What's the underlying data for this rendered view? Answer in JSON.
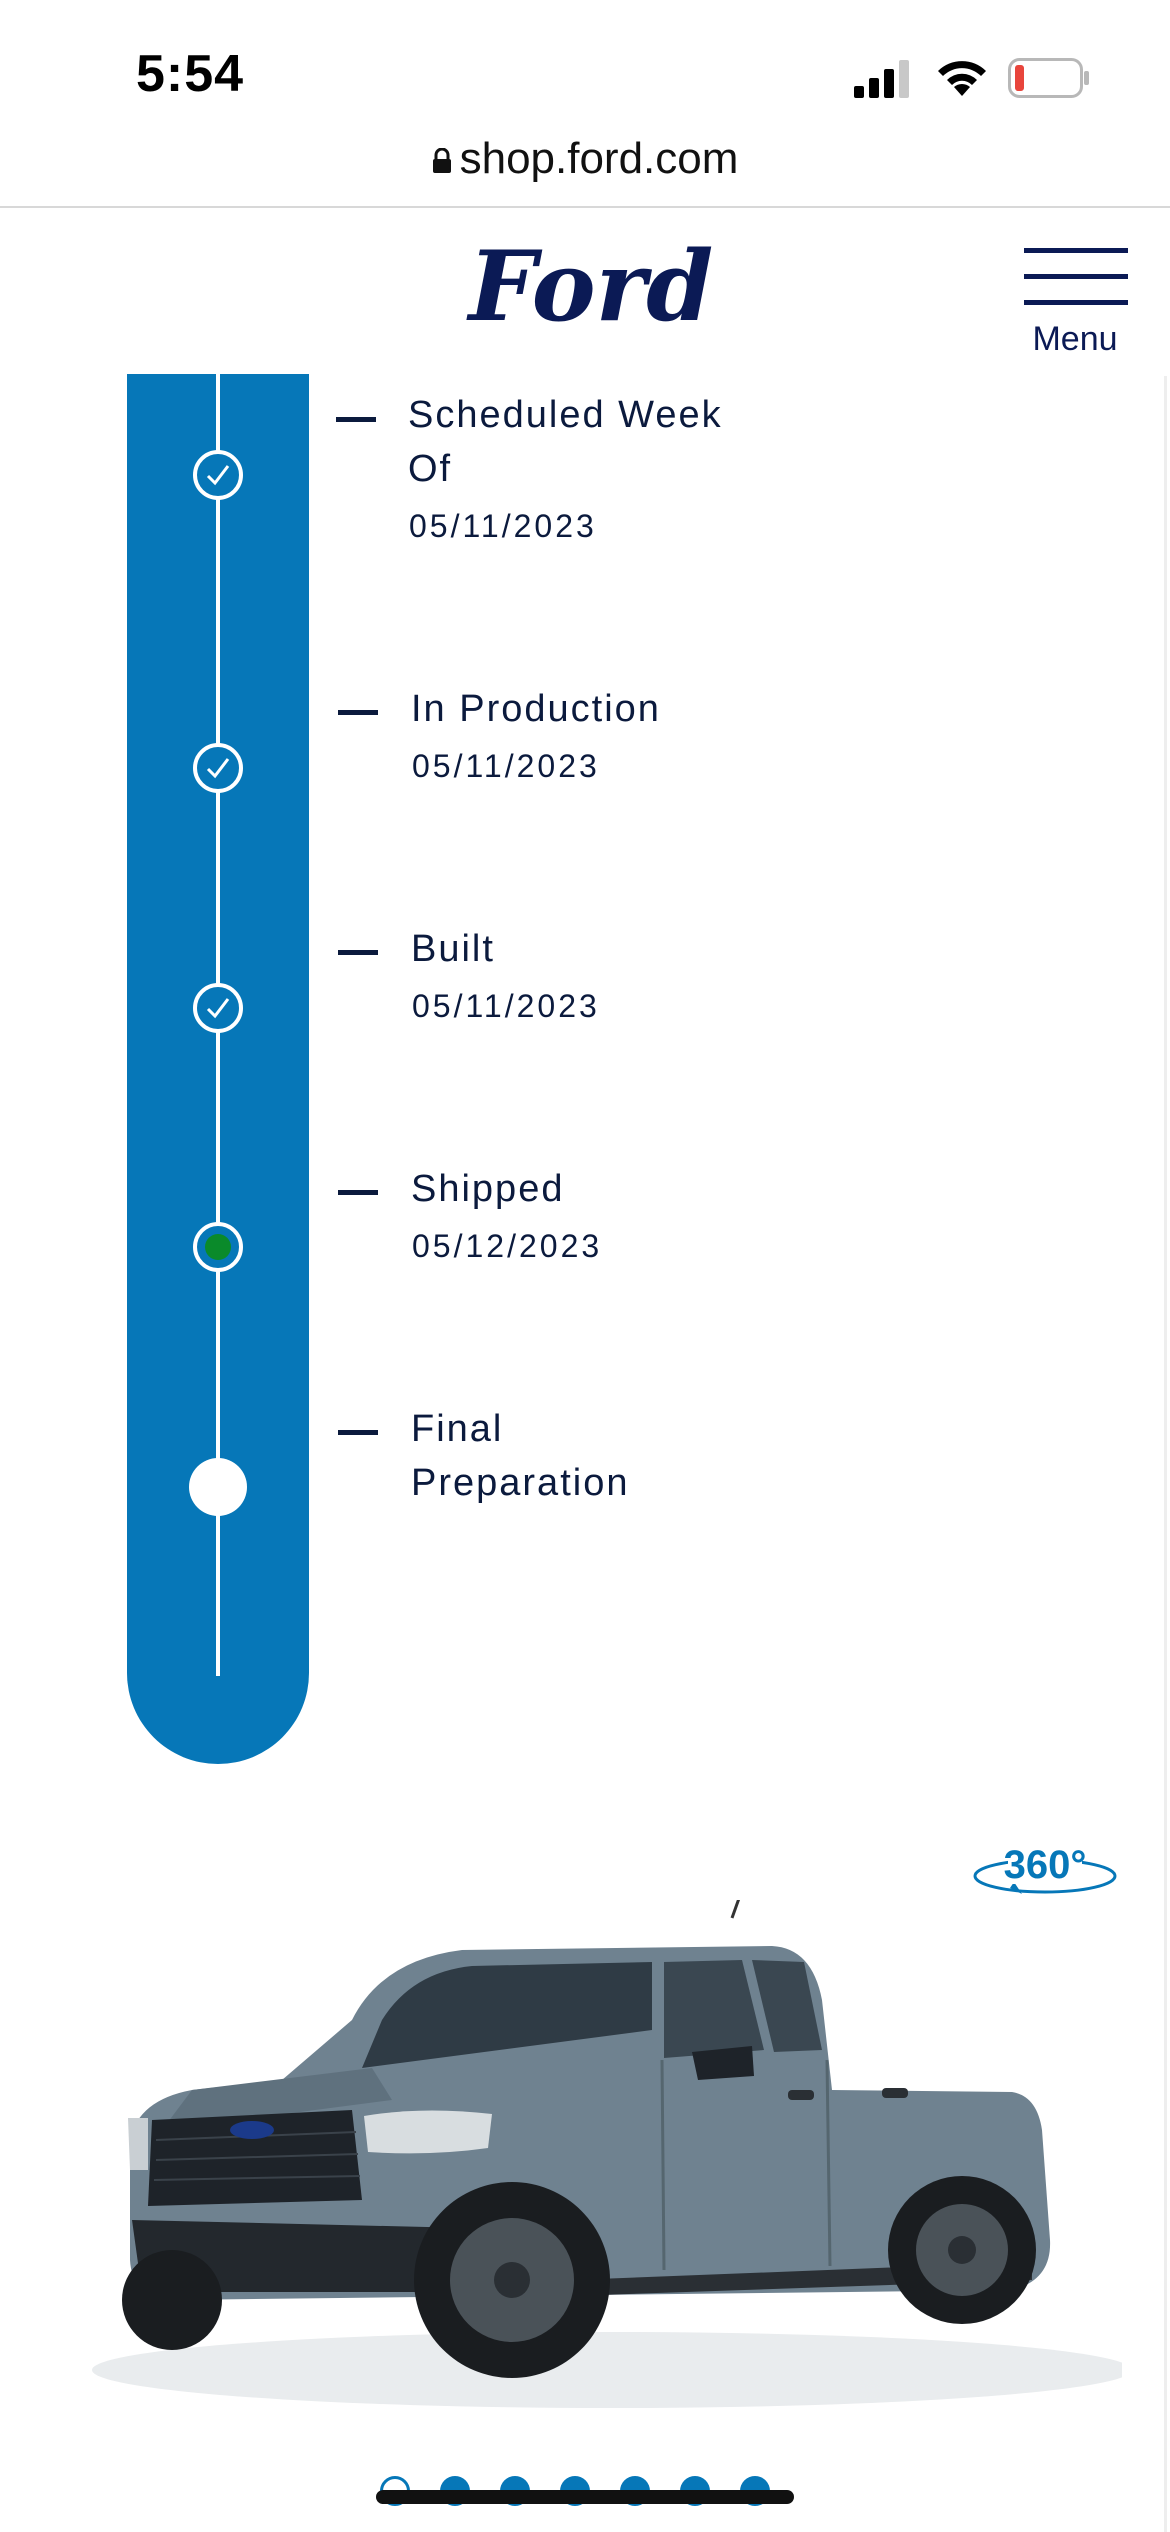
{
  "status_bar": {
    "time": "5:54",
    "icons": [
      "cellular-signal-icon",
      "wifi-icon",
      "battery-low-icon"
    ]
  },
  "browser": {
    "url": "shop.ford.com"
  },
  "header": {
    "logo_text": "Ford",
    "menu_label": "Menu"
  },
  "timeline": {
    "steps": [
      {
        "label": "Scheduled Week Of",
        "date": "05/11/2023",
        "status": "complete"
      },
      {
        "label": "In Production",
        "date": "05/11/2023",
        "status": "complete"
      },
      {
        "label": "Built",
        "date": "05/11/2023",
        "status": "complete"
      },
      {
        "label": "Shipped",
        "date": "05/12/2023",
        "status": "current"
      },
      {
        "label": "Final Preparation",
        "date": "",
        "status": "pending"
      }
    ]
  },
  "viewer": {
    "view_360_label": "360°"
  },
  "carousel": {
    "count": 7,
    "active_index": 0
  },
  "colors": {
    "ford_blue": "#0677b8",
    "ford_navy": "#0b1a55",
    "current_green": "#0a8a2a",
    "truck_body": "#6f8290"
  }
}
